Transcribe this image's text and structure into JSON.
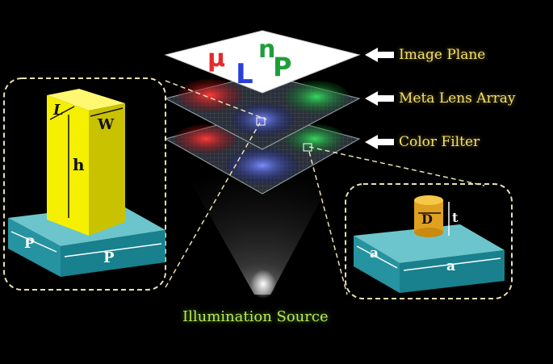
{
  "labels": {
    "image_plane": "Image Plane",
    "meta_lens_array": "Meta Lens Array",
    "color_filter": "Color Filter",
    "illumination_source": "Illumination Source"
  },
  "image_plane_letters": {
    "mu": "μ",
    "n": "n",
    "L": "L",
    "P": "P"
  },
  "lens_unit_dims": {
    "length": "L",
    "width": "W",
    "height": "h",
    "period_left": "P",
    "period_bottom": "P"
  },
  "filter_unit_dims": {
    "diameter": "D",
    "thickness": "t",
    "side_left": "a",
    "side_bottom": "a"
  },
  "colors": {
    "red": "#e52a2a",
    "green": "#1e9e3a",
    "blue": "#2a3fd8",
    "label_gold": "#f4e06a",
    "label_green": "#b6e85a",
    "pillar_yellow": "#f5f000",
    "substrate_cyan": "#3fd0e0",
    "cylinder_gold": "#e0a020"
  },
  "icons": [
    "arrow-icon"
  ]
}
